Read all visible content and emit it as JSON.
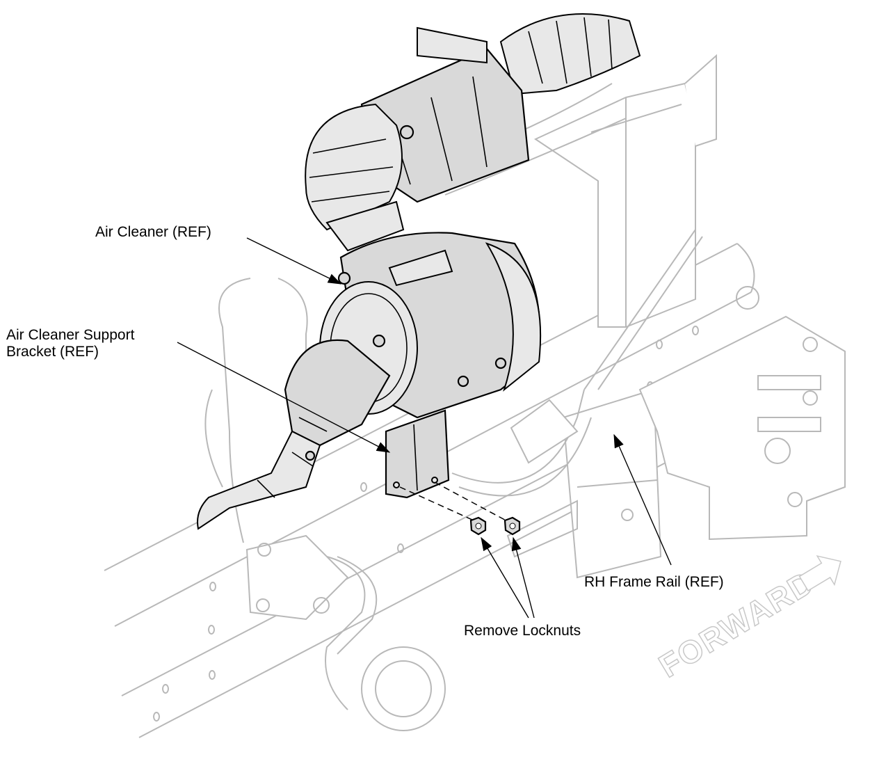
{
  "callouts": {
    "air_cleaner": "Air Cleaner (REF)",
    "support_bracket": "Air Cleaner Support Bracket (REF)",
    "rh_frame_rail": "RH Frame Rail (REF)",
    "remove_locknuts": "Remove Locknuts"
  },
  "forward_watermark": "FORWARD"
}
